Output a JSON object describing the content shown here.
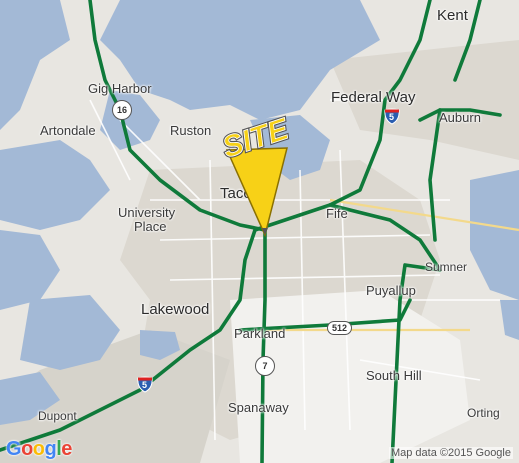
{
  "map": {
    "cities": {
      "kent": "Kent",
      "federal_way": "Federal Way",
      "auburn": "Auburn",
      "gig_harbor": "Gig Harbor",
      "artondale": "Artondale",
      "ruston": "Ruston",
      "tacoma": "Tacoma",
      "fife": "Fife",
      "university_place_1": "University",
      "university_place_2": "Place",
      "sumner": "Sumner",
      "puyallup": "Puyallup",
      "lakewood": "Lakewood",
      "parkland": "Parkland",
      "south_hill": "South Hill",
      "spanaway": "Spanaway",
      "orting": "Orting",
      "dupont": "Dupont"
    },
    "shields": {
      "wa16": "16",
      "i5_north": "5",
      "i5_south": "5",
      "wa512": "512",
      "wa7": "7"
    },
    "marker": {
      "label": "SITE",
      "color": "#f7d117"
    },
    "logo": {
      "letters": [
        "G",
        "o",
        "o",
        "g",
        "l",
        "e"
      ],
      "colors": [
        "#4285f4",
        "#ea4335",
        "#fbbc05",
        "#4285f4",
        "#34a853",
        "#ea4335"
      ]
    },
    "attribution": "Map data ©2015 Google",
    "colors": {
      "water": "#a3b9d6",
      "land": "#e8e6e1",
      "urban": "#dcd8d0",
      "highway": "#0f7a3a"
    }
  }
}
